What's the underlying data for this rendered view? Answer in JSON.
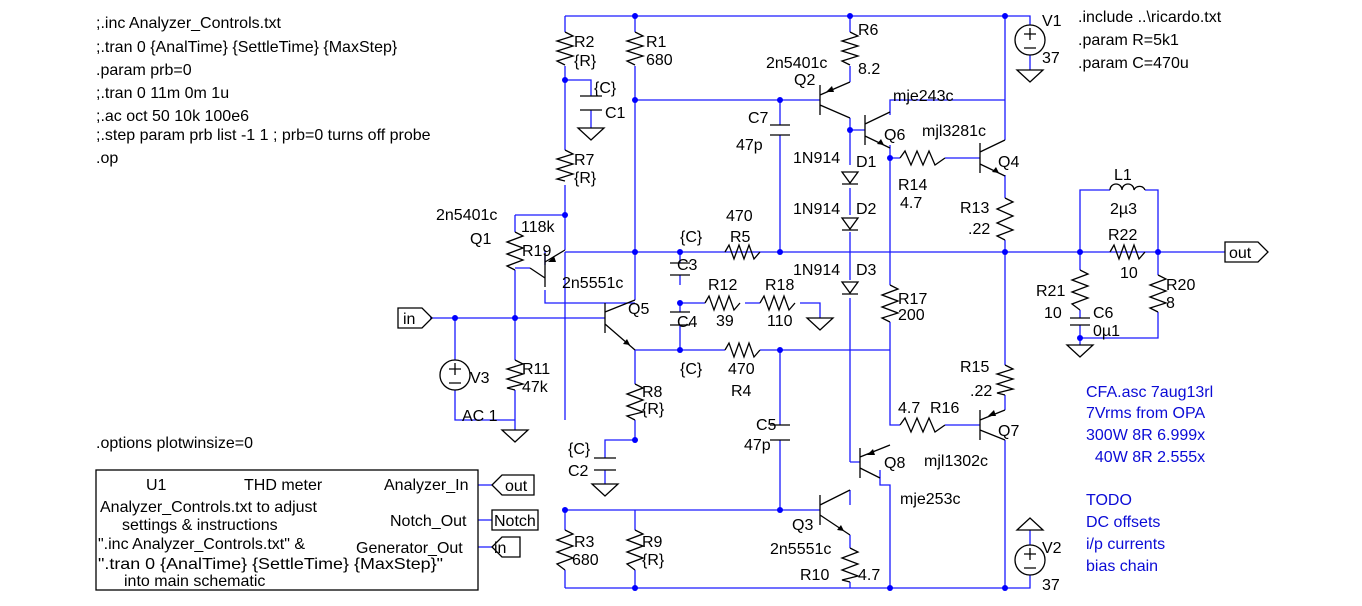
{
  "directives": [
    ";.inc Analyzer_Controls.txt",
    ";.tran 0 {AnalTime} {SettleTime} {MaxStep}",
    ".param prb=0",
    ";.tran 0 11m 0m 1u",
    ";.ac oct 50 10k 100e6",
    ";.step param prb list -1 1 ; prb=0 turns off probe",
    ".op"
  ],
  "include_block": [
    ".include ..\\ricardo.txt",
    ".param R=5k1",
    ".param C=470u"
  ],
  "options_line": ".options plotwinsize=0",
  "labels": {
    "R2": "R2",
    "R2v": "{R}",
    "R1": "R1",
    "R1v": "680",
    "C1": "C1",
    "C1v": "{C}",
    "R7": "R7",
    "R7v": "{R}",
    "R6": "R6",
    "R6v": "8.2",
    "Q2type": "2n5401c",
    "Q2": "Q2",
    "C7": "C7",
    "C7v": "47p",
    "Q6": "Q6",
    "Q6type": "mje243c",
    "D1": "D1",
    "D1type": "1N914",
    "D2": "D2",
    "D2type": "1N914",
    "D3": "D3",
    "D3type": "1N914",
    "Q4type": "mjl3281c",
    "Q4": "Q4",
    "R14": "R14",
    "R14v": "4.7",
    "R13": "R13",
    "R13v": ".22",
    "V1": "V1",
    "V1v": "37",
    "L1": "L1",
    "L1v": "2µ3",
    "R22": "R22",
    "R22v": "10",
    "out": "out",
    "R21": "R21",
    "R21v": "10",
    "C6": "C6",
    "C6v": "0µ1",
    "R20": "R20",
    "R20v": "8",
    "Q1type": "2n5401c",
    "Q1": "Q1",
    "R19v": "118k",
    "R19": "R19",
    "R5v": "470",
    "R5": "R5",
    "C3v": "{C}",
    "C3": "C3",
    "Q5type": "2n5551c",
    "Q5": "Q5",
    "R12": "R12",
    "R12v": "39",
    "R18": "R18",
    "R18v": "110",
    "C4": "C4",
    "R17": "R17",
    "R17v": "200",
    "in": "in",
    "V3": "V3",
    "V3ac": "AC 1",
    "R11": "R11",
    "R11v": "47k",
    "R4v": "470",
    "R4": "R4",
    "C4v": "{C}",
    "R8": "R8",
    "R8v": "{R}",
    "R15": "R15",
    "R15v": ".22",
    "R16v": "4.7",
    "R16": "R16",
    "Q7": "Q7",
    "C5": "C5",
    "C5v": "47p",
    "Q8": "Q8",
    "Q8type": "mjl1302c",
    "C2v": "{C}",
    "C2": "C2",
    "Q8drv": "mje253c",
    "Q3": "Q3",
    "Q3type": "2n5551c",
    "R3": "R3",
    "R3v": "680",
    "R9": "R9",
    "R9v": "{R}",
    "R10": "R10",
    "R10v": "4.7",
    "V2": "V2",
    "V2v": "37"
  },
  "notes_blue": [
    "CFA.asc 7aug13rl",
    "7Vrms from OPA",
    "300W 8R 6.999x",
    "  40W 8R 2.555x"
  ],
  "todo_blue": [
    "TODO",
    "DC offsets",
    "i/p currents",
    "bias chain"
  ],
  "u1": {
    "name": "U1",
    "title": "THD meter",
    "desc": [
      "Analyzer_Controls.txt to adjust",
      "settings & instructions",
      "\".inc Analyzer_Controls.txt\" &",
      "\".tran 0 {AnalTime} {SettleTime} {MaxStep}\"",
      "into main schematic"
    ],
    "pins": [
      {
        "name": "Analyzer_In",
        "net": "out"
      },
      {
        "name": "Notch_Out",
        "net": "Notch"
      },
      {
        "name": "Generator_Out",
        "net": "in"
      }
    ]
  }
}
